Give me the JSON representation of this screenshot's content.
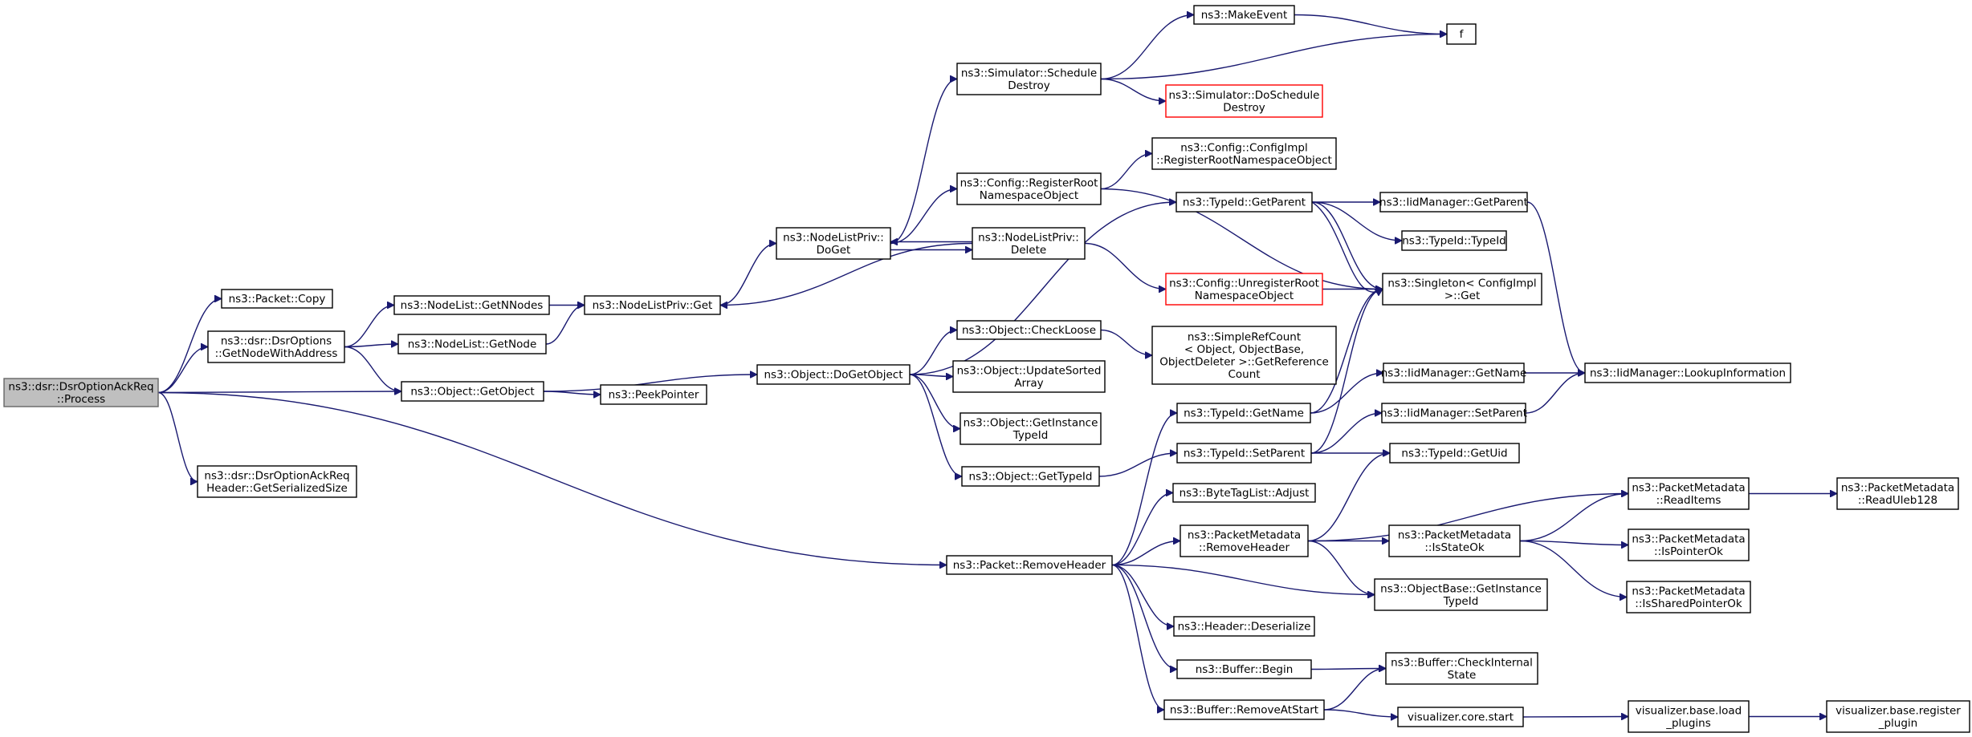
{
  "graph": {
    "edge_color": "#191970",
    "highlight_border_color": "#ff0000",
    "root_fill_color": "#bfbfbf",
    "nodes": [
      {
        "id": "root",
        "lines": [
          "ns3::dsr::DsrOptionAckReq",
          "::Process"
        ],
        "style": "root"
      },
      {
        "id": "copy",
        "lines": [
          "ns3::Packet::Copy"
        ]
      },
      {
        "id": "getnodewa",
        "lines": [
          "ns3::dsr::DsrOptions",
          "::GetNodeWithAddress"
        ]
      },
      {
        "id": "getser",
        "lines": [
          "ns3::dsr::DsrOptionAckReq",
          "Header::GetSerializedSize"
        ]
      },
      {
        "id": "getnnodes",
        "lines": [
          "ns3::NodeList::GetNNodes"
        ]
      },
      {
        "id": "getnode",
        "lines": [
          "ns3::NodeList::GetNode"
        ]
      },
      {
        "id": "getobject",
        "lines": [
          "ns3::Object::GetObject"
        ]
      },
      {
        "id": "nlpget",
        "lines": [
          "ns3::NodeListPriv::Get"
        ]
      },
      {
        "id": "peek",
        "lines": [
          "ns3::PeekPointer"
        ]
      },
      {
        "id": "dogetobject",
        "lines": [
          "ns3::Object::DoGetObject"
        ]
      },
      {
        "id": "nlpdoget",
        "lines": [
          "ns3::NodeListPriv::",
          "DoGet"
        ]
      },
      {
        "id": "schedule",
        "lines": [
          "ns3::Simulator::Schedule",
          "Destroy"
        ]
      },
      {
        "id": "cfgreg",
        "lines": [
          "ns3::Config::RegisterRoot",
          "NamespaceObject"
        ]
      },
      {
        "id": "nlpdelete",
        "lines": [
          "ns3::NodeListPriv::",
          "Delete"
        ]
      },
      {
        "id": "checkloose",
        "lines": [
          "ns3::Object::CheckLoose"
        ]
      },
      {
        "id": "updsorted",
        "lines": [
          "ns3::Object::UpdateSorted",
          "Array"
        ]
      },
      {
        "id": "getinsttid",
        "lines": [
          "ns3::Object::GetInstance",
          "TypeId"
        ]
      },
      {
        "id": "gettypeid",
        "lines": [
          "ns3::Object::GetTypeId"
        ]
      },
      {
        "id": "removeheader",
        "lines": [
          "ns3::Packet::RemoveHeader"
        ]
      },
      {
        "id": "makeevent",
        "lines": [
          "ns3::MakeEvent"
        ]
      },
      {
        "id": "f",
        "lines": [
          "f"
        ]
      },
      {
        "id": "doschedule",
        "lines": [
          "ns3::Simulator::DoSchedule",
          "Destroy"
        ],
        "style": "red"
      },
      {
        "id": "cfgimpl",
        "lines": [
          "ns3::Config::ConfigImpl",
          "::RegisterRootNamespaceObject"
        ]
      },
      {
        "id": "tidgetparent",
        "lines": [
          "ns3::TypeId::GetParent"
        ]
      },
      {
        "id": "cfgunreg",
        "lines": [
          "ns3::Config::UnregisterRoot",
          "NamespaceObject"
        ],
        "style": "red"
      },
      {
        "id": "simplerefcount",
        "lines": [
          "ns3::SimpleRefCount",
          "< Object, ObjectBase,",
          "ObjectDeleter >::GetReference",
          "Count"
        ]
      },
      {
        "id": "tidgetname",
        "lines": [
          "ns3::TypeId::GetName"
        ]
      },
      {
        "id": "tidsetparent",
        "lines": [
          "ns3::TypeId::SetParent"
        ]
      },
      {
        "id": "btladjust",
        "lines": [
          "ns3::ByteTagList::Adjust"
        ]
      },
      {
        "id": "pmremove",
        "lines": [
          "ns3::PacketMetadata",
          "::RemoveHeader"
        ]
      },
      {
        "id": "hdrdeser",
        "lines": [
          "ns3::Header::Deserialize"
        ]
      },
      {
        "id": "bufbegin",
        "lines": [
          "ns3::Buffer::Begin"
        ]
      },
      {
        "id": "bufremove",
        "lines": [
          "ns3::Buffer::RemoveAtStart"
        ]
      },
      {
        "id": "iidgetparent",
        "lines": [
          "ns3::IidManager::GetParent"
        ]
      },
      {
        "id": "tidtypeid",
        "lines": [
          "ns3::TypeId::TypeId"
        ]
      },
      {
        "id": "singleton",
        "lines": [
          "ns3::Singleton< ConfigImpl",
          ">::Get"
        ]
      },
      {
        "id": "iidgetname",
        "lines": [
          "ns3::IidManager::GetName"
        ]
      },
      {
        "id": "iidsetparent",
        "lines": [
          "ns3::IidManager::SetParent"
        ]
      },
      {
        "id": "tidgetuid",
        "lines": [
          "ns3::TypeId::GetUid"
        ]
      },
      {
        "id": "pmisstate",
        "lines": [
          "ns3::PacketMetadata",
          "::IsStateOk"
        ]
      },
      {
        "id": "obgetinst",
        "lines": [
          "ns3::ObjectBase::GetInstance",
          "TypeId"
        ]
      },
      {
        "id": "bufcheck",
        "lines": [
          "ns3::Buffer::CheckInternal",
          "State"
        ]
      },
      {
        "id": "vizstart",
        "lines": [
          "visualizer.core.start"
        ]
      },
      {
        "id": "iidlookup",
        "lines": [
          "ns3::IidManager::LookupInformation"
        ]
      },
      {
        "id": "pmreaditems",
        "lines": [
          "ns3::PacketMetadata",
          "::ReadItems"
        ]
      },
      {
        "id": "pmispointer",
        "lines": [
          "ns3::PacketMetadata",
          "::IsPointerOk"
        ]
      },
      {
        "id": "pmisshared",
        "lines": [
          "ns3::PacketMetadata",
          "::IsSharedPointerOk"
        ]
      },
      {
        "id": "vizload",
        "lines": [
          "visualizer.base.load",
          "_plugins"
        ]
      },
      {
        "id": "pmreaduleb",
        "lines": [
          "ns3::PacketMetadata",
          "::ReadUleb128"
        ]
      },
      {
        "id": "vizregister",
        "lines": [
          "visualizer.base.register",
          "_plugin"
        ]
      }
    ],
    "edges": [
      [
        "root",
        "copy"
      ],
      [
        "root",
        "getnodewa"
      ],
      [
        "root",
        "getobject"
      ],
      [
        "root",
        "getser"
      ],
      [
        "root",
        "removeheader"
      ],
      [
        "getnodewa",
        "getnnodes"
      ],
      [
        "getnodewa",
        "getnode"
      ],
      [
        "getnodewa",
        "getobject"
      ],
      [
        "getnnodes",
        "nlpget"
      ],
      [
        "getnode",
        "nlpget"
      ],
      [
        "getobject",
        "peek"
      ],
      [
        "getobject",
        "dogetobject"
      ],
      [
        "nlpget",
        "nlpdoget"
      ],
      [
        "nlpdoget",
        "schedule"
      ],
      [
        "nlpdoget",
        "cfgreg"
      ],
      [
        "nlpdoget",
        "nlpdelete"
      ],
      [
        "nlpdelete",
        "nlpdoget"
      ],
      [
        "nlpdelete",
        "nlpget"
      ],
      [
        "nlpdelete",
        "cfgunreg"
      ],
      [
        "schedule",
        "makeevent"
      ],
      [
        "schedule",
        "f"
      ],
      [
        "schedule",
        "doschedule"
      ],
      [
        "makeevent",
        "f"
      ],
      [
        "cfgreg",
        "cfgimpl"
      ],
      [
        "cfgreg",
        "singleton"
      ],
      [
        "cfgunreg",
        "singleton"
      ],
      [
        "dogetobject",
        "tidgetparent"
      ],
      [
        "dogetobject",
        "checkloose"
      ],
      [
        "dogetobject",
        "updsorted"
      ],
      [
        "dogetobject",
        "getinsttid"
      ],
      [
        "dogetobject",
        "gettypeid"
      ],
      [
        "checkloose",
        "simplerefcount"
      ],
      [
        "gettypeid",
        "tidsetparent"
      ],
      [
        "tidgetparent",
        "iidgetparent"
      ],
      [
        "tidgetparent",
        "tidtypeid"
      ],
      [
        "tidgetparent",
        "singleton"
      ],
      [
        "tidgetparent",
        "singleton"
      ],
      [
        "iidgetparent",
        "iidlookup"
      ],
      [
        "tidgetname",
        "iidgetname"
      ],
      [
        "tidgetname",
        "singleton"
      ],
      [
        "iidgetname",
        "iidlookup"
      ],
      [
        "tidsetparent",
        "iidsetparent"
      ],
      [
        "tidsetparent",
        "tidgetuid"
      ],
      [
        "tidsetparent",
        "singleton"
      ],
      [
        "iidsetparent",
        "iidlookup"
      ],
      [
        "removeheader",
        "tidgetname"
      ],
      [
        "removeheader",
        "btladjust"
      ],
      [
        "removeheader",
        "pmremove"
      ],
      [
        "removeheader",
        "obgetinst"
      ],
      [
        "removeheader",
        "hdrdeser"
      ],
      [
        "removeheader",
        "bufbegin"
      ],
      [
        "removeheader",
        "bufremove"
      ],
      [
        "pmremove",
        "tidgetuid"
      ],
      [
        "pmremove",
        "pmreaditems"
      ],
      [
        "pmremove",
        "pmisstate"
      ],
      [
        "pmremove",
        "obgetinst"
      ],
      [
        "pmisstate",
        "pmreaditems"
      ],
      [
        "pmisstate",
        "pmispointer"
      ],
      [
        "pmisstate",
        "pmisshared"
      ],
      [
        "pmreaditems",
        "pmreaduleb"
      ],
      [
        "bufbegin",
        "bufcheck"
      ],
      [
        "bufremove",
        "bufcheck"
      ],
      [
        "bufremove",
        "vizstart"
      ],
      [
        "vizstart",
        "vizload"
      ],
      [
        "vizload",
        "vizregister"
      ]
    ]
  }
}
